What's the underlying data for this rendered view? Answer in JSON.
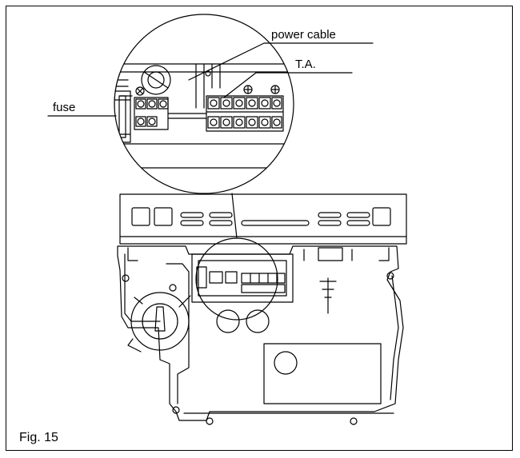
{
  "labels": {
    "power_cable": "power cable",
    "ta": "T.A.",
    "fuse": "fuse"
  },
  "caption": "Fig. 15"
}
